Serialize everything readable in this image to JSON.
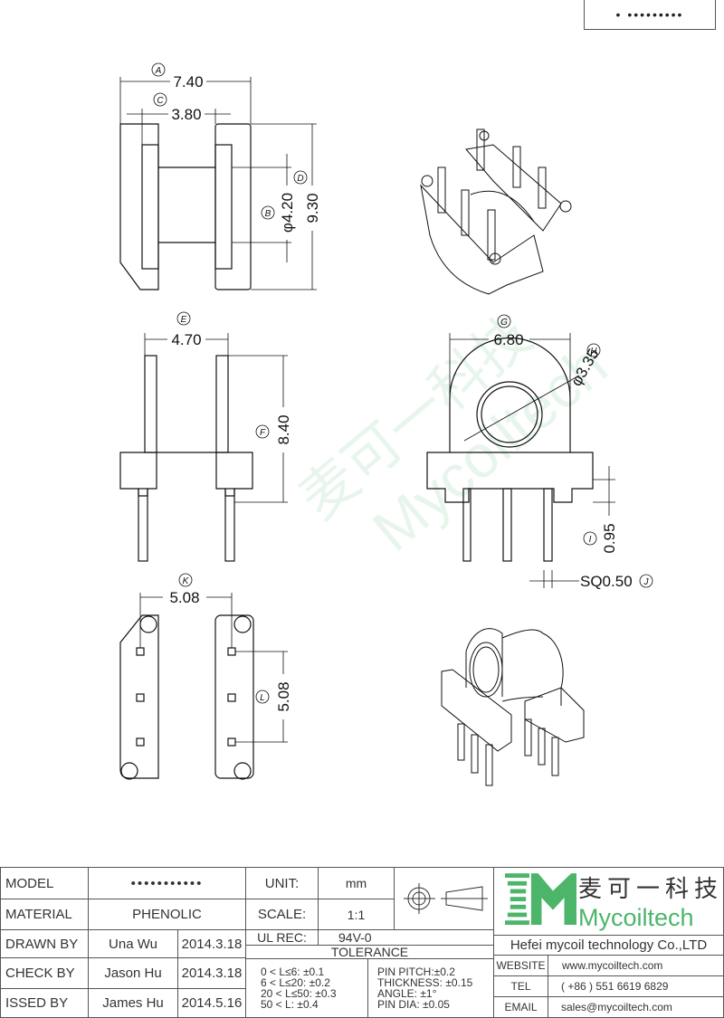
{
  "header": {
    "model_code": "• •••••••••"
  },
  "watermark": {
    "cn": "麦可一科技",
    "en": "Mycoiltech"
  },
  "dimensions": {
    "A": {
      "tag": "A",
      "value": "7.40"
    },
    "C": {
      "tag": "C",
      "value": "3.80"
    },
    "D": {
      "tag": "D",
      "value": "9.30"
    },
    "B": {
      "tag": "B",
      "value": "φ4.20"
    },
    "E": {
      "tag": "E",
      "value": "4.70"
    },
    "F": {
      "tag": "F",
      "value": "8.40"
    },
    "G": {
      "tag": "G",
      "value": "6.80"
    },
    "H": {
      "tag": "H",
      "value": "φ3.35"
    },
    "I": {
      "tag": "I",
      "value": "0.95"
    },
    "J": {
      "tag": "J",
      "value": "SQ0.50"
    },
    "K": {
      "tag": "K",
      "value": "5.08"
    },
    "L": {
      "tag": "L",
      "value": "5.08"
    }
  },
  "title_block": {
    "model_label": "MODEL",
    "model_value": "•••••••••••",
    "material_label": "MATERIAL",
    "material_value": "PHENOLIC",
    "drawn_label": "DRAWN BY",
    "drawn_name": "Una Wu",
    "drawn_date": "2014.3.18",
    "check_label": "CHECK BY",
    "check_name": "Jason Hu",
    "check_date": "2014.3.18",
    "issued_label": "ISSED BY",
    "issued_name": "James Hu",
    "issued_date": "2014.5.16",
    "unit_label": "UNIT:",
    "unit_value": "mm",
    "scale_label": "SCALE:",
    "scale_value": "1:1",
    "ul_label": "UL REC:",
    "ul_value": "94V-0",
    "tolerance_label": "TOLERANCE",
    "tolerances": [
      "0 < L≤6:  ±0.1",
      "6 < L≤20:  ±0.2",
      "20 < L≤50:  ±0.3",
      "50 < L:  ±0.4"
    ],
    "tolerances2": [
      "PIN PITCH:±0.2",
      "THICKNESS:  ±0.15",
      "ANGLE:  ±1°",
      "PIN DIA:  ±0.05"
    ]
  },
  "company": {
    "logo_cn": "麦可一科技",
    "logo_en": "Mycoiltech",
    "name": "Hefei mycoil technology Co.,LTD",
    "website_label": "WEBSITE",
    "website": "www.mycoiltech.com",
    "tel_label": "TEL",
    "tel": "( +86 ) 551 6619 6829",
    "email_label": "EMAIL",
    "email": "sales@mycoiltech.com",
    "brand_color": "#4cb56a"
  }
}
